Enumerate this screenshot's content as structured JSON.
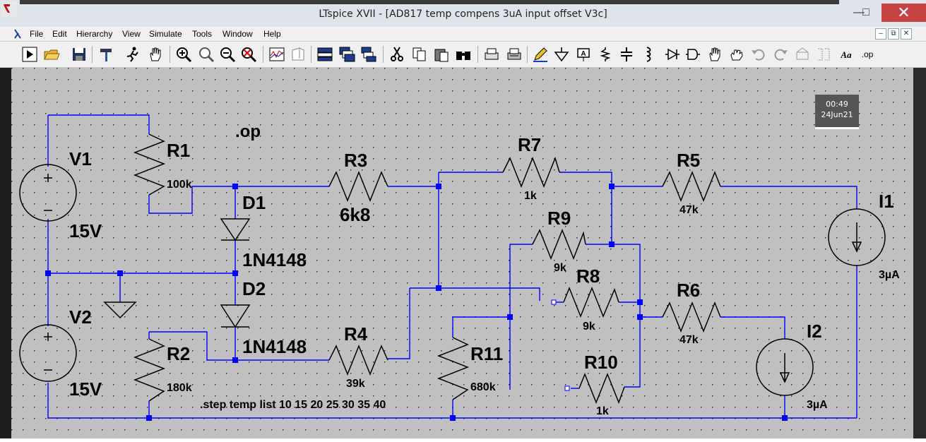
{
  "window": {
    "title": "LTspice XVII - [AD817 temp compens 3uA input offset V3c]"
  },
  "menubar": {
    "items": [
      "File",
      "Edit",
      "Hierarchy",
      "View",
      "Simulate",
      "Tools",
      "Window",
      "Help"
    ]
  },
  "toolbar": {
    "icons": [
      "run-icon",
      "open-icon",
      "save-icon",
      "hammer-icon",
      "runner-icon",
      "hand-icon",
      "zoom-in-icon",
      "zoom-area-icon",
      "zoom-out-icon",
      "zoom-fit-icon",
      "waveform-icon",
      "spice-icon",
      "window-tile-icon",
      "window-cascade-icon",
      "window-arrange-icon",
      "cut-icon",
      "copy-icon",
      "paste-icon",
      "find-icon",
      "print-icon",
      "print-setup-icon",
      "pencil-icon",
      "ground-icon",
      "label-icon",
      "resistor-icon",
      "capacitor-icon",
      "inductor-icon",
      "diode-icon",
      "component-icon",
      "move-icon",
      "drag-icon",
      "undo-icon",
      "redo-icon",
      "rotate-icon",
      "mirror-icon",
      "text-icon",
      "spice-directive-icon"
    ],
    "text_label": "Aa",
    "op_label": ".op"
  },
  "clock": {
    "time": "00:49",
    "date": "24Jun21"
  },
  "colors": {
    "wire": "#0000ff",
    "background": "#c0c0c0",
    "text": "#000000"
  },
  "schematic": {
    "directives": {
      "op": ".op",
      "step": ".step temp list 10 15 20 25 30 35 40"
    },
    "components": {
      "V1": {
        "name": "V1",
        "value": "15V"
      },
      "V2": {
        "name": "V2",
        "value": "15V"
      },
      "R1": {
        "name": "R1",
        "value": "100k"
      },
      "R2": {
        "name": "R2",
        "value": "180k"
      },
      "R3": {
        "name": "R3",
        "value": "6k8"
      },
      "R4": {
        "name": "R4",
        "value": "39k"
      },
      "R5": {
        "name": "R5",
        "value": "47k"
      },
      "R6": {
        "name": "R6",
        "value": "47k"
      },
      "R7": {
        "name": "R7",
        "value": "1k"
      },
      "R8": {
        "name": "R8",
        "value": "9k"
      },
      "R9": {
        "name": "R9",
        "value": "9k"
      },
      "R10": {
        "name": "R10",
        "value": "1k"
      },
      "R11": {
        "name": "R11",
        "value": "680k"
      },
      "D1": {
        "name": "D1",
        "value": "1N4148"
      },
      "D2": {
        "name": "D2",
        "value": "1N4148"
      },
      "I1": {
        "name": "I1",
        "value": "3µA"
      },
      "I2": {
        "name": "I2",
        "value": "3µA"
      }
    }
  }
}
